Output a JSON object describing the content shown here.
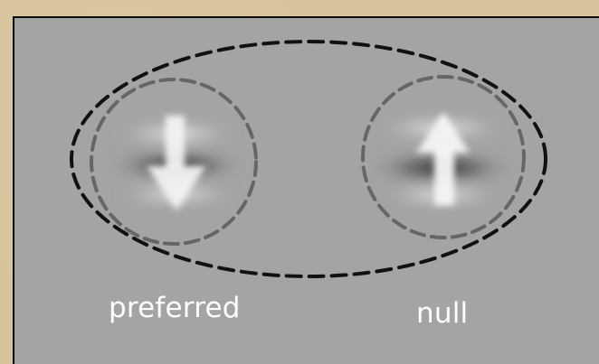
{
  "labels": {
    "left": "preferred",
    "right": "null"
  },
  "colors": {
    "background": "#d8c39c",
    "panel": "#a4a4a4",
    "outer_dashed_ellipse": "#111111",
    "inner_dashed_circle": "#666666",
    "arrow": "#f4f4f4",
    "label": "#ffffff"
  },
  "stimuli": {
    "left_arrow_direction": "down",
    "right_arrow_direction": "up"
  }
}
